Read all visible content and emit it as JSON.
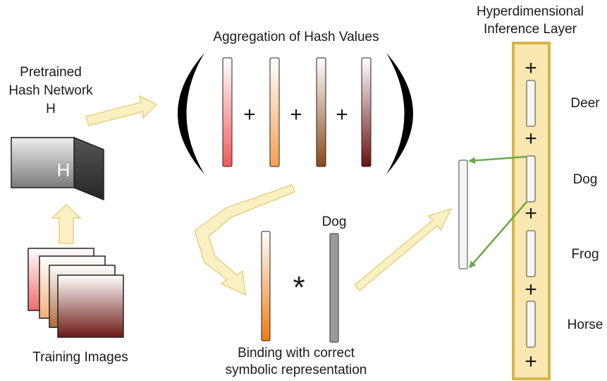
{
  "left": {
    "network_title": [
      "Pretrained",
      "Hash Network",
      "H"
    ],
    "cube_label": "H",
    "training_label": "Training Images"
  },
  "aggregation": {
    "title": "Aggregation of Hash Values",
    "plus": "+",
    "vectors": [
      {
        "top": "#ffffff",
        "bottom": "#f05a5a"
      },
      {
        "top": "#ffffff",
        "bottom": "#f5a050"
      },
      {
        "top": "#ffffff",
        "bottom": "#8a4a1a"
      },
      {
        "top": "#ffffff",
        "bottom": "#6a1010"
      }
    ]
  },
  "binding": {
    "symbol_label": "Dog",
    "operator": "*",
    "caption": [
      "Binding with correct",
      "symbolic representation"
    ],
    "vector_colors": {
      "top": "#ffffff",
      "bottom": "#f07a10"
    },
    "symbol_color": "#9a9a9a"
  },
  "inference": {
    "title": [
      "Hyperdimensional",
      "Inference Layer"
    ],
    "plus": "+",
    "classes": [
      "Deer",
      "Dog",
      "Frog",
      "Horse"
    ],
    "border_color": "#d9b44a",
    "fill_color": "#fbe7b0"
  },
  "colors": {
    "arrow_fill": "#fbf0c2",
    "arrow_stroke": "#e8d080",
    "green_arrow": "#6aaa4a",
    "cube_top": "#f2f2f2",
    "cube_front_dark": "#7a7a7a"
  }
}
